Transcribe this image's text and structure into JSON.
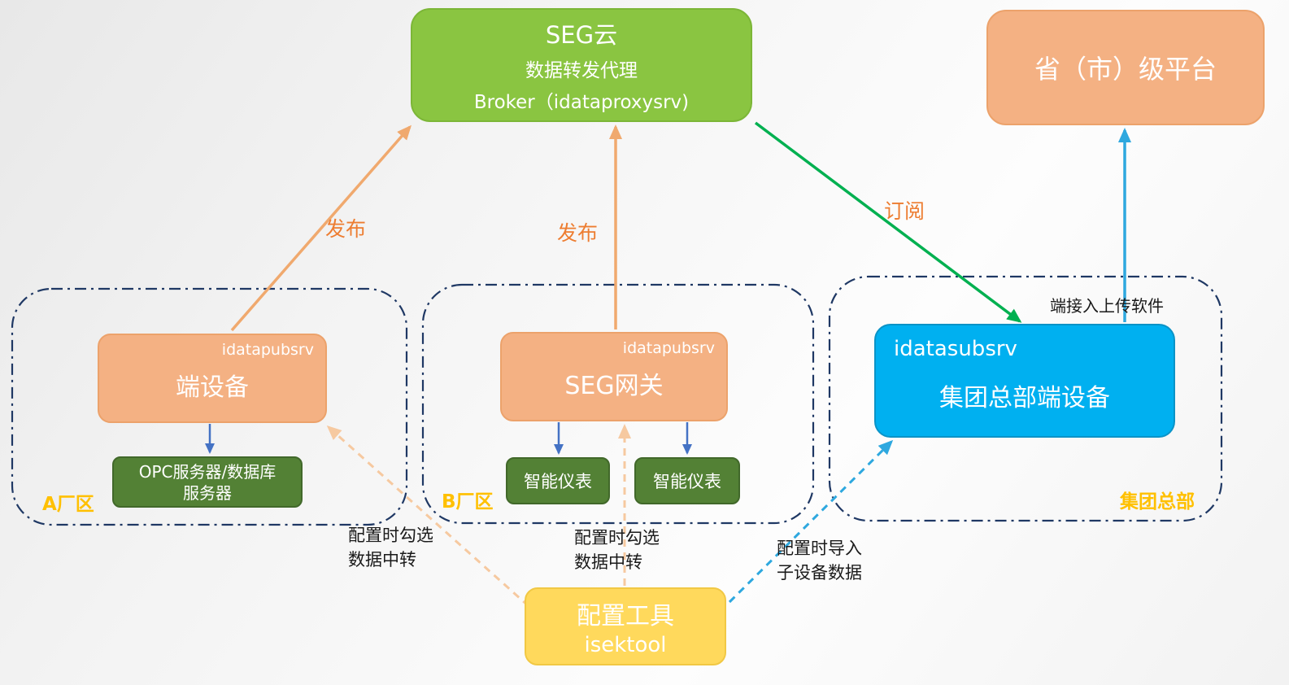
{
  "boxes": {
    "seg_cloud": {
      "line1": "SEG云",
      "line2": "数据转发代理",
      "line3": "Broker（idataproxysrv)"
    },
    "province_platform": {
      "label": "省（市）级平台"
    },
    "edge_device": {
      "tag": "idatapubsrv",
      "label": "端设备"
    },
    "opc_server": {
      "line1": "OPC服务器/数据库",
      "line2": "服务器"
    },
    "seg_gateway": {
      "tag": "idatapubsrv",
      "label": "SEG网关"
    },
    "meter_1": {
      "label": "智能仪表"
    },
    "meter_2": {
      "label": "智能仪表"
    },
    "hq_device": {
      "tag": "idatasubsrv",
      "label": "集团总部端设备"
    },
    "config_tool": {
      "line1": "配置工具",
      "line2": "isektool"
    }
  },
  "zones": {
    "zone_a": {
      "label": "A厂区"
    },
    "zone_b": {
      "label": "B厂区"
    },
    "zone_hq": {
      "label": "集团总部"
    }
  },
  "arrow_labels": {
    "publish_a": "发布",
    "publish_b": "发布",
    "subscribe": "订阅"
  },
  "notes": {
    "upload_software": "端接入上传软件",
    "config_a_line1": "配置时勾选",
    "config_a_line2": "数据中转",
    "config_b_line1": "配置时勾选",
    "config_b_line2": "数据中转",
    "config_hq_line1": "配置时导入",
    "config_hq_line2": "子设备数据"
  },
  "colors": {
    "seg_cloud_green": "#8AC541",
    "salmon_box": "#F4B183",
    "dark_green_box": "#538135",
    "blue_box": "#00B0F0",
    "yellow_box": "#FFD95C",
    "zone_border": "#1F3864",
    "publish_arrow": "#F0A96E",
    "config_arrow": "#F6C9A0",
    "subscribe_arrow": "#00B050",
    "upload_arrow": "#2EA8DF",
    "internal_arrow": "#4472C4",
    "zone_label": "#FFC000",
    "flow_label": "#ED7D31"
  }
}
